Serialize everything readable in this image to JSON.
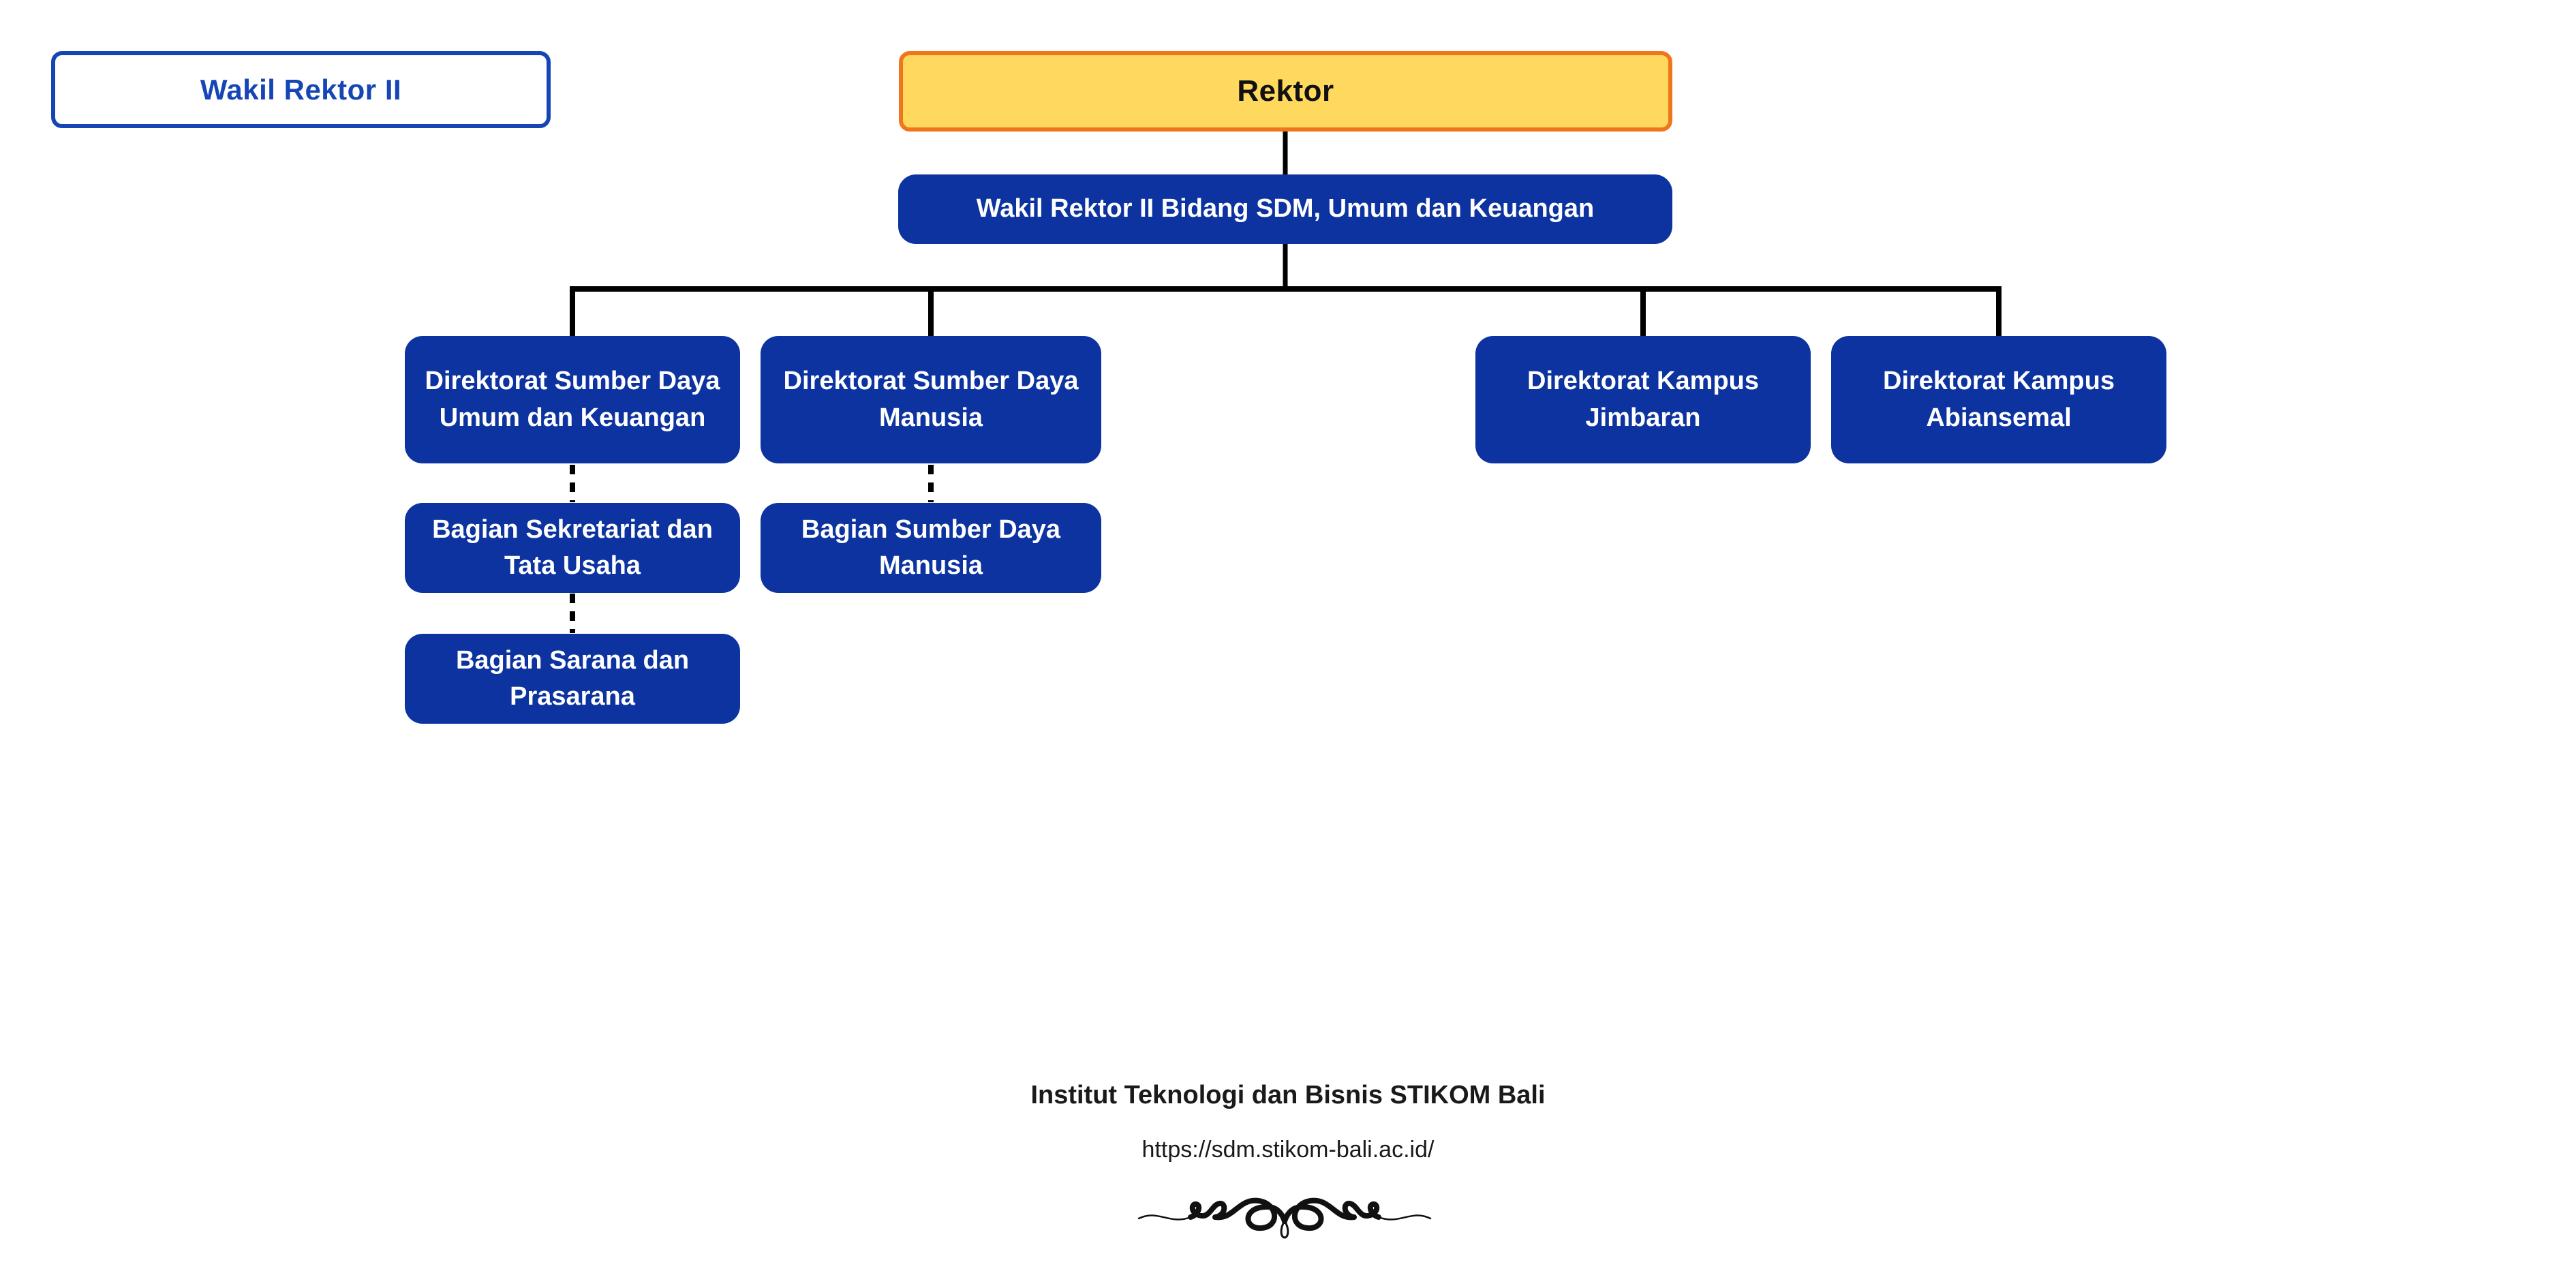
{
  "legend_box": {
    "label": "Wakil Rektor II"
  },
  "org": {
    "root": {
      "label": "Rektor"
    },
    "deputy": {
      "label": "Wakil Rektor II Bidang SDM, Umum dan Keuangan"
    },
    "directorates": [
      {
        "label": "Direktorat Sumber Daya Umum dan Keuangan"
      },
      {
        "label": "Direktorat Sumber Daya Manusia"
      },
      {
        "label": "Direktorat Kampus Jimbaran"
      },
      {
        "label": "Direktorat Kampus Abiansemal"
      }
    ],
    "divisions": [
      {
        "label": "Bagian Sekretariat dan Tata Usaha",
        "reports_to": "Direktorat Sumber Daya Umum dan Keuangan",
        "connector": "dashed"
      },
      {
        "label": "Bagian Sumber Daya Manusia",
        "reports_to": "Direktorat Sumber Daya Manusia",
        "connector": "dashed"
      },
      {
        "label": "Bagian Sarana dan Prasarana",
        "reports_to": "Bagian Sekretariat dan Tata Usaha",
        "connector": "dashed"
      }
    ]
  },
  "footer": {
    "institution": "Institut Teknologi dan Bisnis STIKOM Bali",
    "website": "https://sdm.stikom-bali.ac.id/"
  },
  "colors": {
    "node_fill_blue": "#0C33A0",
    "outline_text_blue": "#1646B5",
    "root_fill_yellow": "#FFD95D",
    "root_border_orange": "#F0761D",
    "connector_black": "#000000",
    "node_text_white": "#FFFFFF",
    "footer_text_black": "#1A1A1A",
    "background_white": "#FFFFFF"
  }
}
